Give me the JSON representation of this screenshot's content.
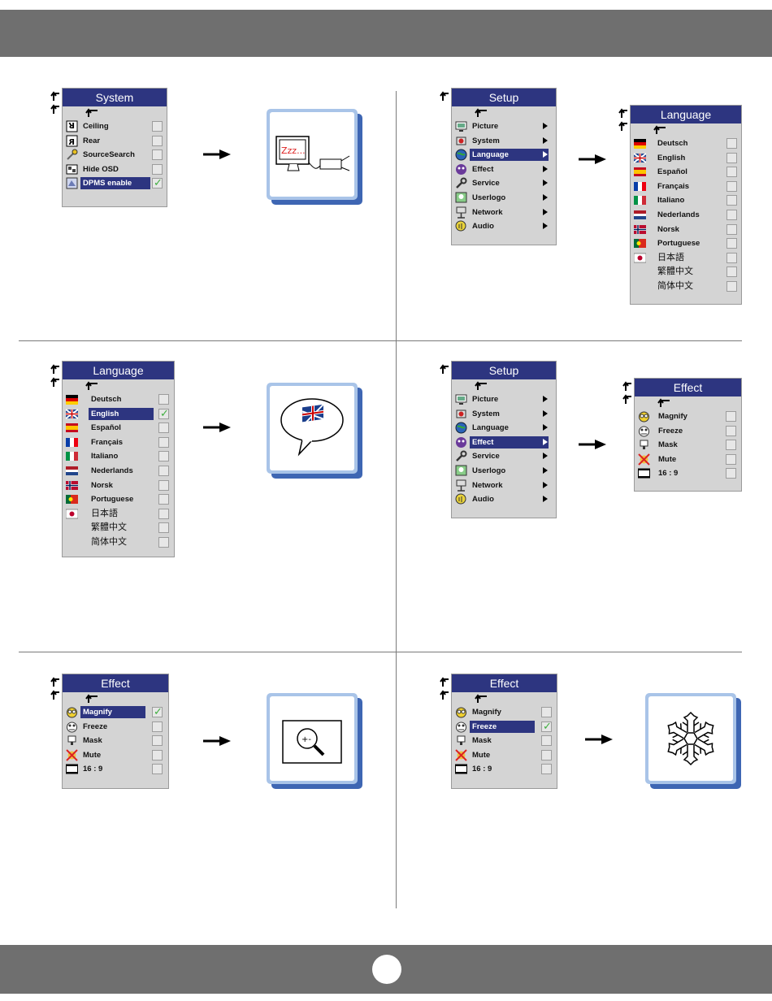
{
  "system_menu": {
    "title": "System",
    "items": [
      {
        "label": "Ceiling",
        "icon": "ceiling-icon",
        "checked": false
      },
      {
        "label": "Rear",
        "icon": "rear-icon",
        "checked": false
      },
      {
        "label": "SourceSearch",
        "icon": "source-search-icon",
        "checked": false
      },
      {
        "label": "Hide OSD",
        "icon": "hide-osd-icon",
        "checked": false
      },
      {
        "label": "DPMS enable",
        "icon": "dpms-icon",
        "checked": true,
        "selected": true
      }
    ]
  },
  "setup_menu_1": {
    "title": "Setup",
    "items": [
      {
        "label": "Picture",
        "icon": "picture-icon"
      },
      {
        "label": "System",
        "icon": "system-icon"
      },
      {
        "label": "Language",
        "icon": "globe-icon",
        "selected": true
      },
      {
        "label": "Effect",
        "icon": "effect-icon"
      },
      {
        "label": "Service",
        "icon": "wrench-icon"
      },
      {
        "label": "Userlogo",
        "icon": "userlogo-icon"
      },
      {
        "label": "Network",
        "icon": "network-icon"
      },
      {
        "label": "Audio",
        "icon": "audio-icon"
      }
    ]
  },
  "language_menu_1": {
    "title": "Language",
    "items": [
      {
        "label": "Deutsch",
        "icon": "german-flag-icon"
      },
      {
        "label": "English",
        "icon": "uk-flag-icon"
      },
      {
        "label": "Español",
        "icon": "spain-flag-icon"
      },
      {
        "label": "Français",
        "icon": "france-flag-icon"
      },
      {
        "label": "Italiano",
        "icon": "italy-flag-icon"
      },
      {
        "label": "Nederlands",
        "icon": "netherlands-flag-icon"
      },
      {
        "label": "Norsk",
        "icon": "norway-flag-icon"
      },
      {
        "label": "Portuguese",
        "icon": "portugal-flag-icon"
      },
      {
        "label": "日本語",
        "icon": "japan-flag-icon"
      },
      {
        "label": "繁體中文",
        "icon": ""
      },
      {
        "label": "简体中文",
        "icon": ""
      }
    ]
  },
  "language_menu_2": {
    "title": "Language",
    "items": [
      {
        "label": "Deutsch",
        "checked": false
      },
      {
        "label": "English",
        "checked": true,
        "selected": true
      },
      {
        "label": "Español",
        "checked": false
      },
      {
        "label": "Français",
        "checked": false
      },
      {
        "label": "Italiano",
        "checked": false
      },
      {
        "label": "Nederlands",
        "checked": false
      },
      {
        "label": "Norsk",
        "checked": false
      },
      {
        "label": "Portuguese",
        "checked": false
      },
      {
        "label": "日本語",
        "checked": false
      },
      {
        "label": "繁體中文",
        "checked": false
      },
      {
        "label": "简体中文",
        "checked": false
      }
    ]
  },
  "setup_menu_2": {
    "title": "Setup",
    "items": [
      {
        "label": "Picture"
      },
      {
        "label": "System"
      },
      {
        "label": "Language"
      },
      {
        "label": "Effect",
        "selected": true
      },
      {
        "label": "Service"
      },
      {
        "label": "Userlogo"
      },
      {
        "label": "Network"
      },
      {
        "label": "Audio"
      }
    ]
  },
  "effect_menu_1": {
    "title": "Effect",
    "items": [
      {
        "label": "Magnify",
        "icon": "magnify-face-icon"
      },
      {
        "label": "Freeze",
        "icon": "freeze-face-icon"
      },
      {
        "label": "Mask",
        "icon": "mask-icon"
      },
      {
        "label": "Mute",
        "icon": "mute-icon"
      },
      {
        "label": "16 : 9",
        "icon": "widescreen-icon"
      }
    ]
  },
  "effect_menu_2": {
    "title": "Effect",
    "items": [
      {
        "label": "Magnify",
        "checked": true,
        "selected": true
      },
      {
        "label": "Freeze",
        "checked": false
      },
      {
        "label": "Mask",
        "checked": false
      },
      {
        "label": "Mute",
        "checked": false
      },
      {
        "label": "16 : 9",
        "checked": false
      }
    ]
  },
  "effect_menu_3": {
    "title": "Effect",
    "items": [
      {
        "label": "Magnify",
        "checked": false
      },
      {
        "label": "Freeze",
        "checked": true,
        "selected": true
      },
      {
        "label": "Mask",
        "checked": false
      },
      {
        "label": "Mute",
        "checked": false
      },
      {
        "label": "16 : 9",
        "checked": false
      }
    ]
  },
  "illustrations": {
    "dpms": {
      "icon": "sleeping-monitor-projector-icon",
      "text": "Zzz..."
    },
    "language": {
      "icon": "speech-bubble-uk-flag-icon"
    },
    "magnify": {
      "icon": "magnify-glass-icon",
      "text": "+-"
    },
    "freeze": {
      "icon": "snowflake-icon"
    }
  },
  "colors": {
    "menu_title_bg": "#2d3580",
    "menu_bg": "#d4d4d4",
    "header_bar": "#6f6f6f",
    "frame_blue": "#3e66b3",
    "frame_light": "#a9c4e8",
    "check_green": "#3fae3f"
  }
}
